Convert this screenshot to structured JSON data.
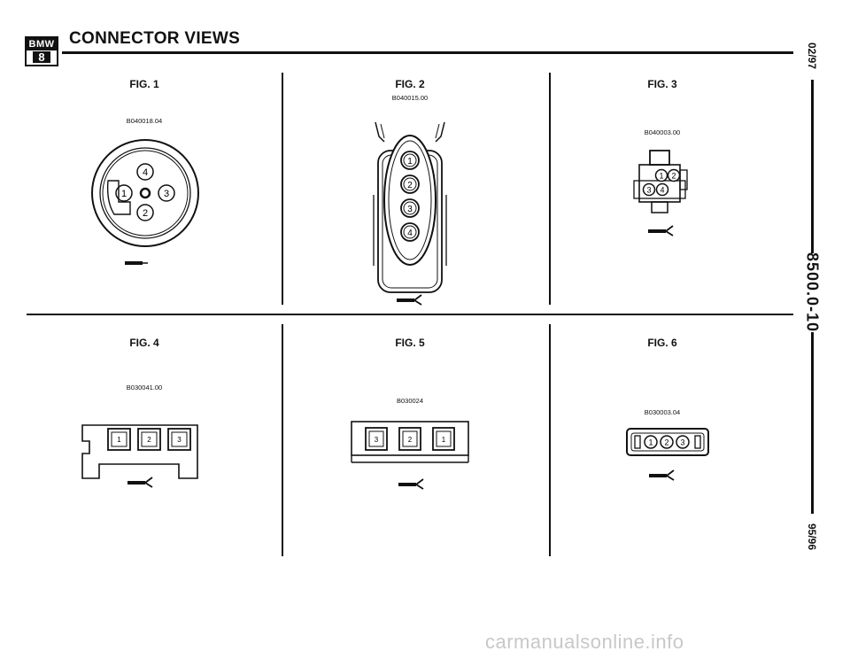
{
  "header": {
    "logo_top": "BMW",
    "logo_bottom": "8",
    "title": "CONNECTOR VIEWS"
  },
  "figures": [
    {
      "label": "FIG. 1",
      "code": "B040018.04",
      "pins": [
        "4",
        "1",
        "3",
        "2"
      ]
    },
    {
      "label": "FIG. 2",
      "code": "B040015.00",
      "pins": [
        "1",
        "2",
        "3",
        "4"
      ]
    },
    {
      "label": "FIG. 3",
      "code": "B040003.00",
      "pins": [
        "1",
        "2",
        "3",
        "4"
      ]
    },
    {
      "label": "FIG. 4",
      "code": "B030041.00",
      "pins": [
        "1",
        "2",
        "3"
      ]
    },
    {
      "label": "FIG. 5",
      "code": "B030024",
      "pins": [
        "3",
        "2",
        "1"
      ]
    },
    {
      "label": "FIG. 6",
      "code": "B030003.04",
      "pins": [
        "1",
        "2",
        "3"
      ]
    }
  ],
  "side": {
    "date_top": "02/97",
    "page_number": "8500.0-10",
    "date_bottom": "95/96"
  },
  "watermark": "carmanualsonline.info"
}
